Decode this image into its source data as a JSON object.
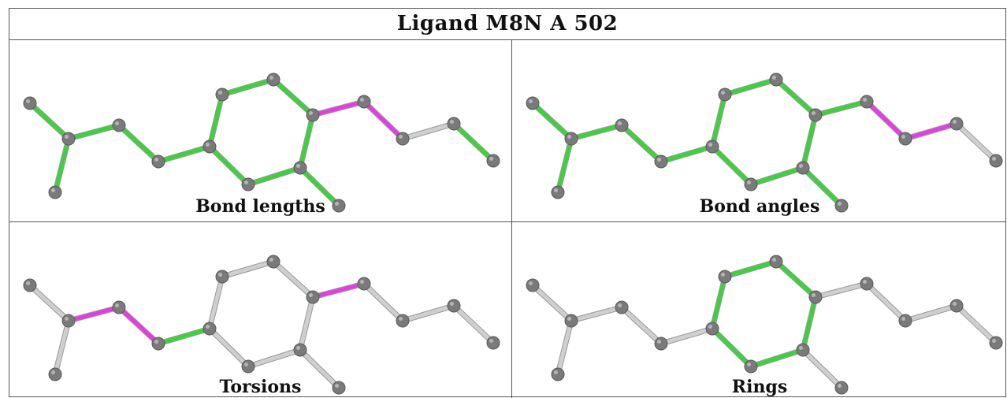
{
  "title": "Ligand M8N A 502",
  "colors": {
    "ok": "#3dd13d",
    "outlier": "#e23ee2",
    "none": "#cfcfcf",
    "atom": "#7a7a7a"
  },
  "panels": [
    {
      "caption": "Bond lengths",
      "bond_status": [
        "ok",
        "ok",
        "ok",
        "ok",
        "ok",
        "ok",
        "ok",
        "ok",
        "ok",
        "ok",
        "ok",
        "ok",
        "ok",
        "outlier",
        "outlier",
        "none",
        "ok"
      ]
    },
    {
      "caption": "Bond angles",
      "bond_status": [
        "ok",
        "ok",
        "ok",
        "ok",
        "ok",
        "ok",
        "ok",
        "ok",
        "ok",
        "ok",
        "ok",
        "ok",
        "ok",
        "ok",
        "outlier",
        "outlier",
        "none"
      ]
    },
    {
      "caption": "Torsions",
      "bond_status": [
        "none",
        "none",
        "outlier",
        "outlier",
        "ok",
        "none",
        "none",
        "none",
        "none",
        "none",
        "none",
        "none",
        "ok",
        "outlier",
        "none",
        "none",
        "none"
      ]
    },
    {
      "caption": "Rings",
      "bond_status": [
        "none",
        "none",
        "none",
        "none",
        "none",
        "ok",
        "ok",
        "ok",
        "ok",
        "ok",
        "ok",
        "none",
        "none",
        "none",
        "none",
        "none",
        "none"
      ]
    }
  ]
}
